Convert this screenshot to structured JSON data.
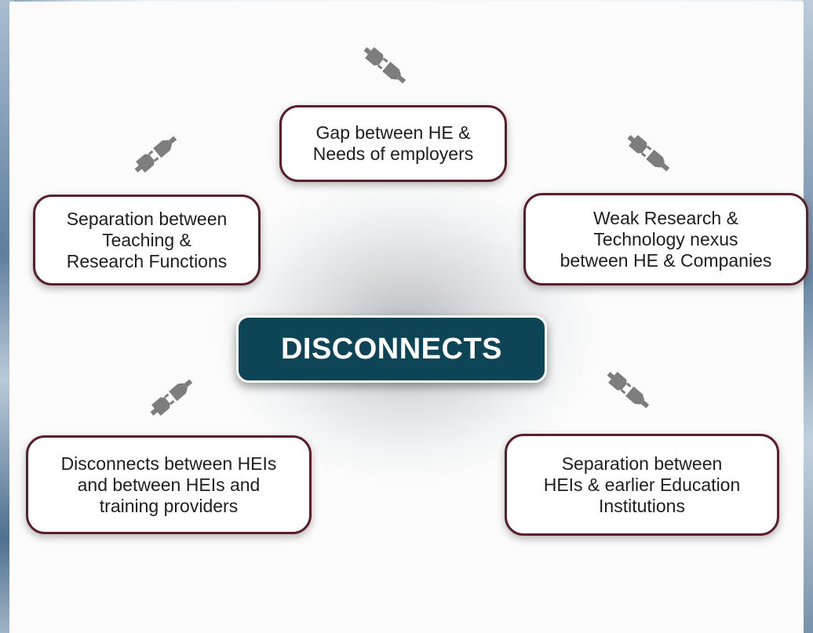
{
  "center": {
    "label": "DISCONNECTS"
  },
  "nodes": [
    {
      "id": "gap",
      "text": "Gap between HE &\nNeeds of employers"
    },
    {
      "id": "sep_teach",
      "text": "Separation between\nTeaching &\nResearch Functions"
    },
    {
      "id": "weak",
      "text": "Weak Research &\nTechnology nexus\nbetween HE & Companies"
    },
    {
      "id": "disc_heis",
      "text": "Disconnects between HEIs\nand between HEIs and\ntraining providers"
    },
    {
      "id": "sep_heis",
      "text": "Separation between\nHEIs & earlier Education\nInstitutions"
    }
  ],
  "icons": {
    "plug": "unplugged-connector-icon"
  },
  "colors": {
    "node_border": "#5a1f2b",
    "center_fill": "#0d4556",
    "icon_fill": "#808080"
  }
}
